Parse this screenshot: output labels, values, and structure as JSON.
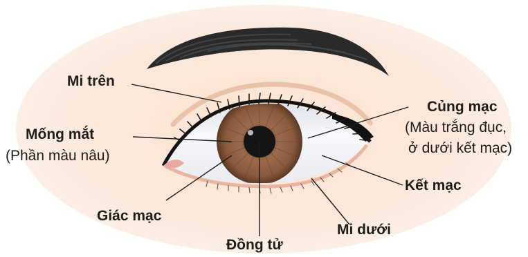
{
  "labels": {
    "upper_eyelid": "Mi trên",
    "iris": "Mống mắt",
    "iris_note": "(Phần màu nâu)",
    "cornea": "Giác mạc",
    "pupil": "Đồng tử",
    "lower_eyelid": "Mi dưới",
    "conjunctiva": "Kết mạc",
    "sclera": "Củng mạc",
    "sclera_note_1": "(Màu trắng đục,",
    "sclera_note_2": "ở dưới kết mạc)"
  },
  "colors": {
    "skin_background": "#fbe6d6",
    "iris": "#8a5a3c",
    "pupil": "#141414",
    "sclera": "#f6f7fb",
    "lash": "#1b1b1b",
    "leader_line": "#1d1d1b"
  }
}
